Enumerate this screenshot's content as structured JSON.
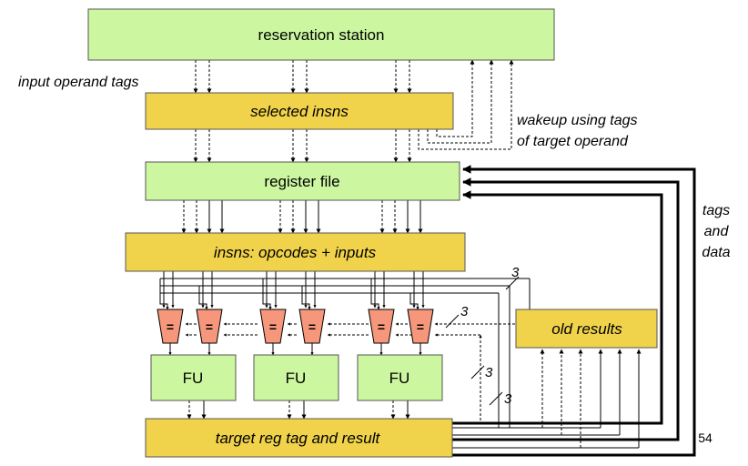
{
  "boxes": {
    "reservation_station": "reservation station",
    "selected_insns": "selected insns",
    "register_file": "register file",
    "insns_opcodes_inputs": "insns: opcodes + inputs",
    "old_results": "old results",
    "fu": "FU",
    "target_reg_tag_and_result": "target reg tag and result"
  },
  "labels": {
    "input_operand_tags": "input operand tags",
    "wakeup_line1": "wakeup using tags",
    "wakeup_line2": "of target operand",
    "tags": "tags",
    "and": "and",
    "data": "data",
    "comparator": "=",
    "bus_width": "3",
    "page_number": "54"
  },
  "colors": {
    "green_box": "#ccf7a0",
    "yellow_box": "#f1d34b",
    "comparator": "#f6967a",
    "line": "#000000"
  }
}
